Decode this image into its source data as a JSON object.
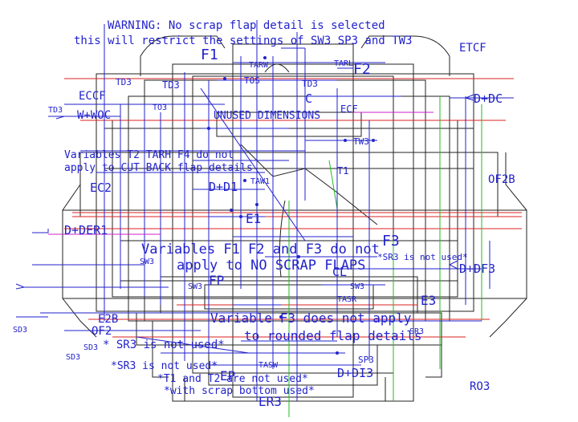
{
  "warnings": {
    "line1": "WARNING: No scrap flap detail is selected",
    "line2": "this will restrict the settings of SW3 SP3 and TW3"
  },
  "notes": {
    "variables_t2": "Variables T2 TARH F4 do not",
    "apply_cut_back": "apply to CUT BACK flap details",
    "unused_dims": "UNUSED DIMENSIONS",
    "variables_f1f2": "Variables F1 F2 and F3 do not",
    "apply_no_scrap": "apply to NO SCRAP FLAPS",
    "does_not_apply": "Variable F3 does not apply",
    "rounded_flap": "to rounded flap details",
    "sr3_not_used_1": "* SR3 is not used*",
    "sr3_not_used_2": "*SR3 is not used*",
    "t1t2_not_used": "*T1 and T2 are not used*",
    "with_scrap": "*with scrap bottom used*",
    "sr3_not_used_3": "*SR3 is not used*"
  },
  "labels": {
    "etcf": "ETCF",
    "f1": "F1",
    "f2": "F2",
    "tarl": "TARL",
    "tarw": "TARW",
    "td3_a": "TD3",
    "td3_b": "TD3",
    "td3_c": "TD3",
    "td3_d": "TD3",
    "tos": "TOS",
    "to3": "TO3",
    "ecc": "ECCF",
    "d_dc": "D+DC",
    "c": "C",
    "w_woc": "W+WOC",
    "ecf": "ECF",
    "tw3": "TW3",
    "ec2": "EC2",
    "t1": "T1",
    "d_d1": "D+D1",
    "taw1": "TAW1",
    "of2b": "OF2B",
    "d_der1": "D+DER1",
    "e1": "E1",
    "sw3_a": "SW3",
    "sw3_b": "SW3",
    "sw3_c": "SW3",
    "f3": "F3",
    "cl": "CL",
    "d_df3": "D+DF3",
    "tasr": "TASR",
    "e3": "E3",
    "sd3_a": "SD3",
    "sd3_b": "SD3",
    "sd3_c": "SD3",
    "e2b": "E2B",
    "of2": "OF2",
    "sr3": "SR3",
    "tasw": "TASW",
    "sp3": "SP3",
    "d_di3": "D+DI3",
    "ro3": "RO3",
    "er3": "ER3",
    "fp": "FP",
    "ep": "EP"
  },
  "colors": {
    "blue": "#2222cc",
    "black": "#222222",
    "red": "#dd2222",
    "green": "#22bb22",
    "magenta": "#cc22cc"
  }
}
